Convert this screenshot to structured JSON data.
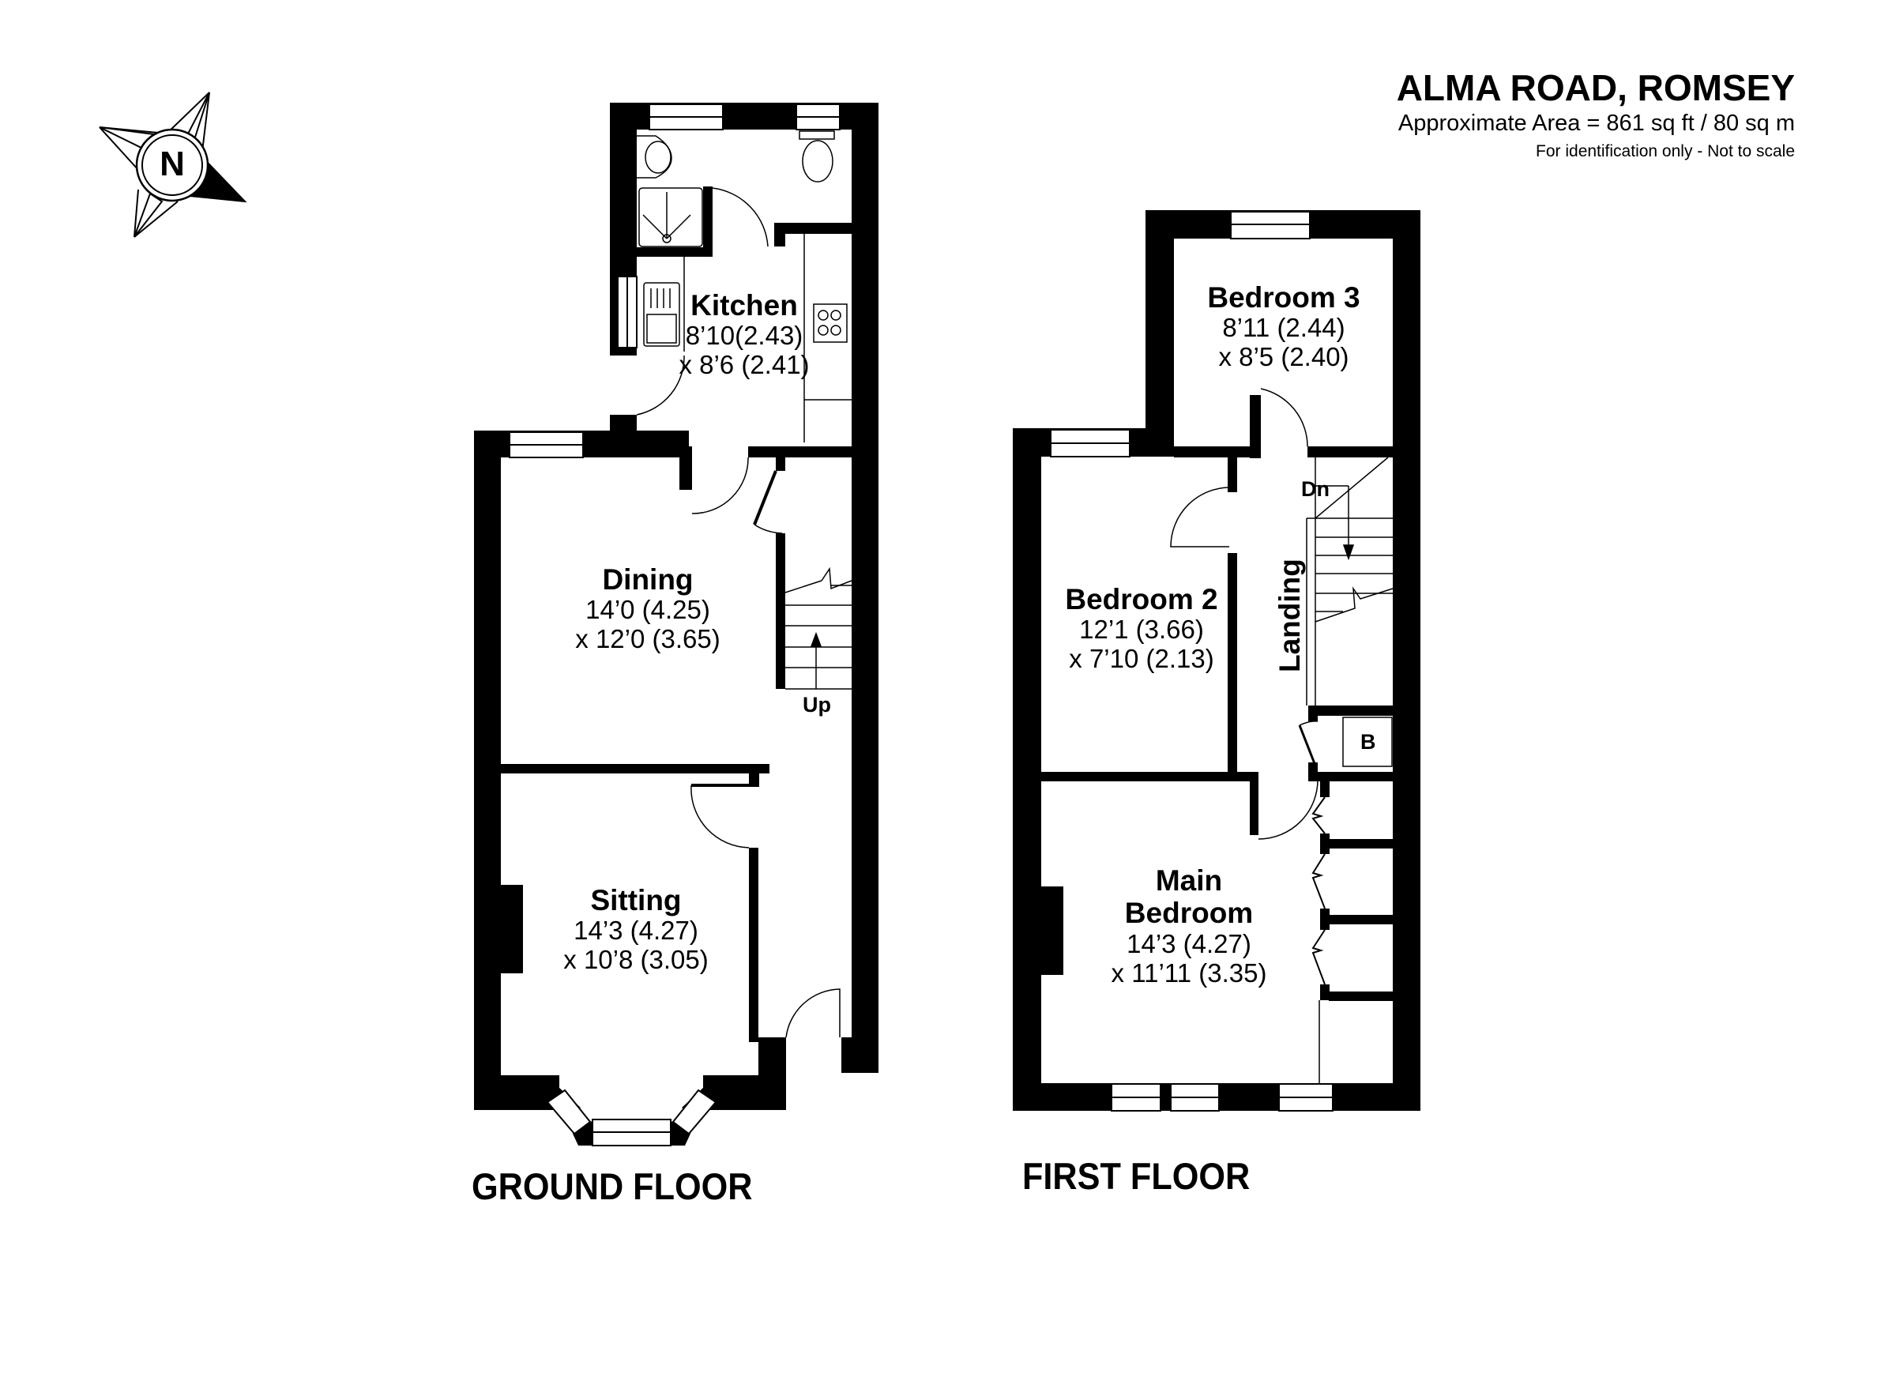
{
  "header": {
    "title": "ALMA ROAD, ROMSEY",
    "area": "Approximate Area = 861 sq ft / 80 sq m",
    "disclaimer": "For identification only - Not to scale"
  },
  "compass": {
    "icon": "north-compass-icon",
    "label": "N"
  },
  "ground_floor": {
    "label": "GROUND FLOOR",
    "rooms": [
      {
        "name": "Kitchen",
        "dim1": "8’10(2.43)",
        "dim2": "x 8’6 (2.41)"
      },
      {
        "name": "Dining",
        "dim1": "14’0 (4.25)",
        "dim2": "x 12’0 (3.65)"
      },
      {
        "name": "Sitting",
        "dim1": "14’3 (4.27)",
        "dim2": "x 10’8 (3.05)"
      }
    ],
    "stairs_label": "Up"
  },
  "first_floor": {
    "label": "FIRST FLOOR",
    "rooms": [
      {
        "name": "Bedroom 3",
        "dim1": "8’11 (2.44)",
        "dim2": "x 8’5 (2.40)"
      },
      {
        "name": "Bedroom 2",
        "dim1": "12’1 (3.66)",
        "dim2": "x 7’10 (2.13)"
      },
      {
        "name": "Main",
        "name2": "Bedroom",
        "dim1": "14’3 (4.27)",
        "dim2": "x 11’11 (3.35)"
      }
    ],
    "landing_label": "Landing",
    "stairs_label": "Dn",
    "boiler_label": "B"
  },
  "colors": {
    "wall": "#000000",
    "background": "#ffffff",
    "line": "#333333"
  }
}
